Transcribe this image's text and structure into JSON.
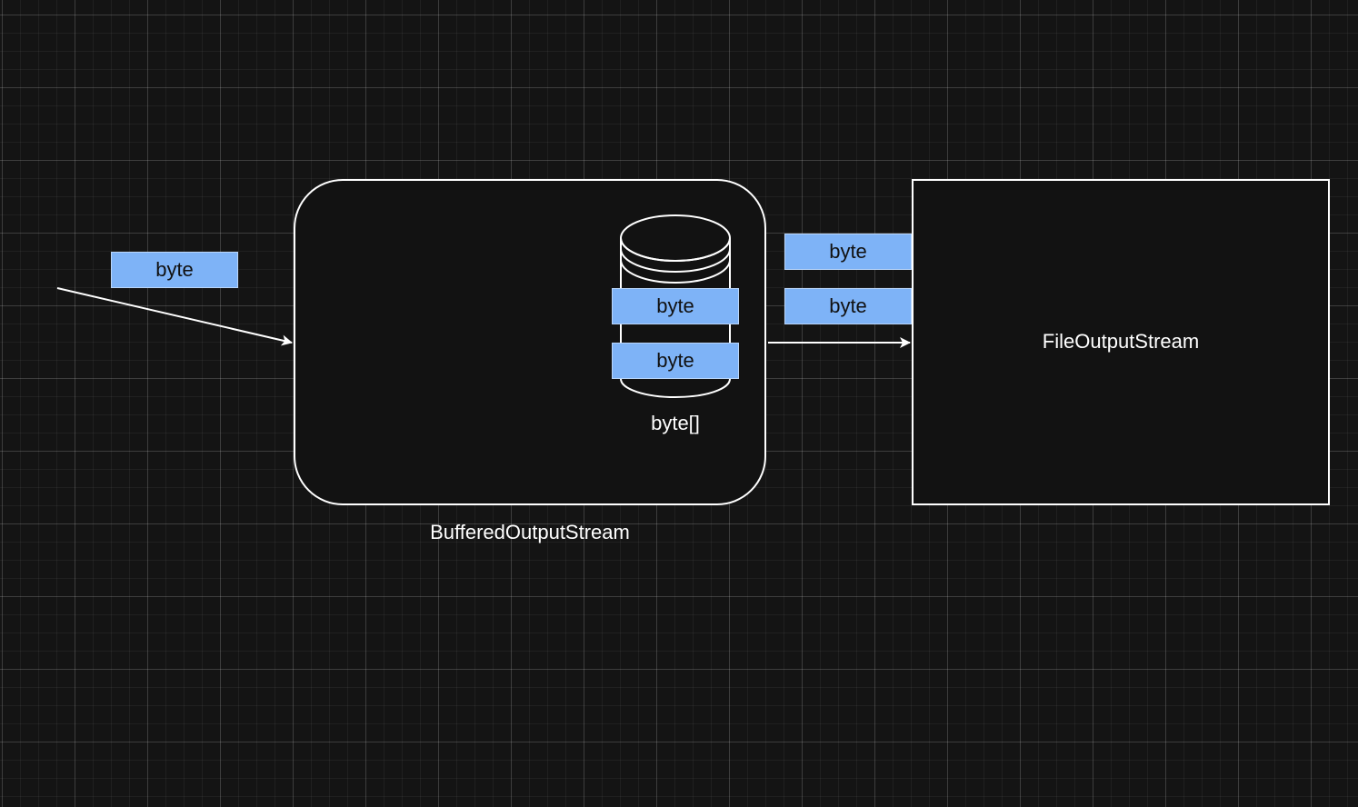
{
  "diagram": {
    "input_byte": "byte",
    "buffer_bytes": [
      "byte",
      "byte"
    ],
    "buffer_label": "byte[]",
    "buffered_stream_label": "BufferedOutputStream",
    "output_bytes": [
      "byte",
      "byte"
    ],
    "file_stream_label": "FileOutputStream"
  }
}
